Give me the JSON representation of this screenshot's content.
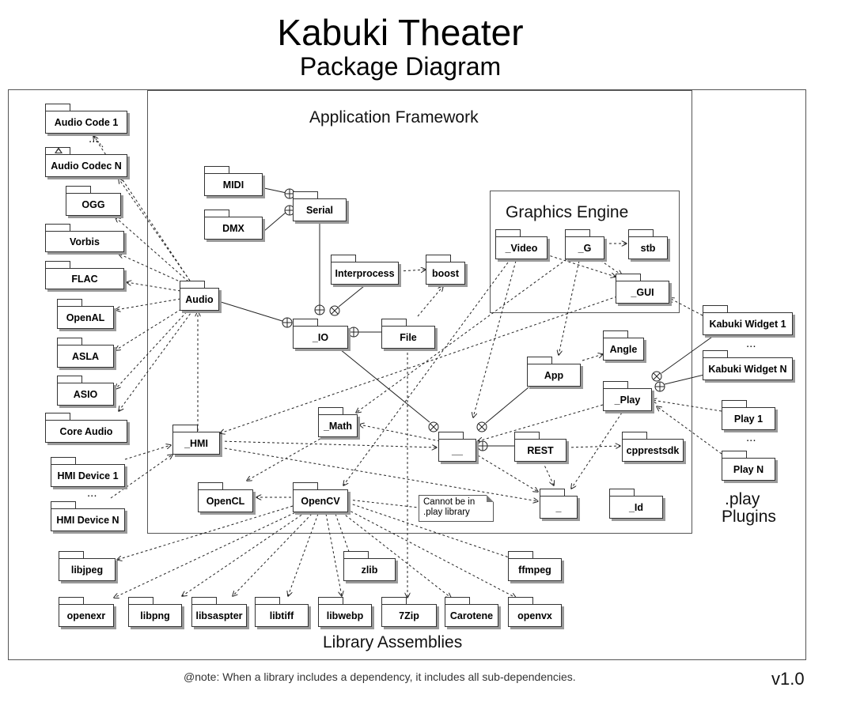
{
  "title": "Kabuki Theater",
  "subtitle": "Package Diagram",
  "regions": {
    "application_framework": "Application Framework",
    "graphics_engine": "Graphics Engine",
    "library_assemblies": "Library Assemblies",
    "play_plugins_line1": ".play",
    "play_plugins_line2": "Plugins"
  },
  "packages": {
    "audio_code_1": "Audio Code 1",
    "audio_codec_n": "Audio Codec N",
    "ogg": "OGG",
    "vorbis": "Vorbis",
    "flac": "FLAC",
    "openal": "OpenAL",
    "asla": "ASLA",
    "asio": "ASIO",
    "core_audio": "Core Audio",
    "hmi_device_1": "HMI Device 1",
    "hmi_device_n": "HMI Device N",
    "midi": "MIDI",
    "dmx": "DMX",
    "serial": "Serial",
    "interprocess": "Interprocess",
    "boost": "boost",
    "audio": "Audio",
    "io": "_IO",
    "file": "File",
    "video": "_Video",
    "g": "_G",
    "stb": "stb",
    "gui": "_GUI",
    "kabuki_widget_1": "Kabuki Widget 1",
    "kabuki_widget_n": "Kabuki Widget N",
    "angle": "Angle",
    "app": "App",
    "play": "_Play",
    "play_1": "Play 1",
    "play_n": "Play N",
    "math": "_Math",
    "hmi": "_HMI",
    "root_double": "__",
    "rest": "REST",
    "cpprestsdk": "cpprestsdk",
    "opencl": "OpenCL",
    "opencv": "OpenCV",
    "root_single": "_",
    "id": "_Id",
    "libjpeg": "libjpeg",
    "zlib": "zlib",
    "ffmpeg": "ffmpeg",
    "openexr": "openexr",
    "libpng": "libpng",
    "libsaspter": "libsaspter",
    "libtiff": "libtiff",
    "libwebp": "libwebp",
    "7zip": "7Zip",
    "carotene": "Carotene",
    "openvx": "openvx"
  },
  "ellipsis": "...",
  "note": {
    "line1": "Cannot be in",
    "line2": ".play library"
  },
  "footnote": "@note: When a library includes a dependency, it includes all sub-dependencies.",
  "version": "v1.0"
}
